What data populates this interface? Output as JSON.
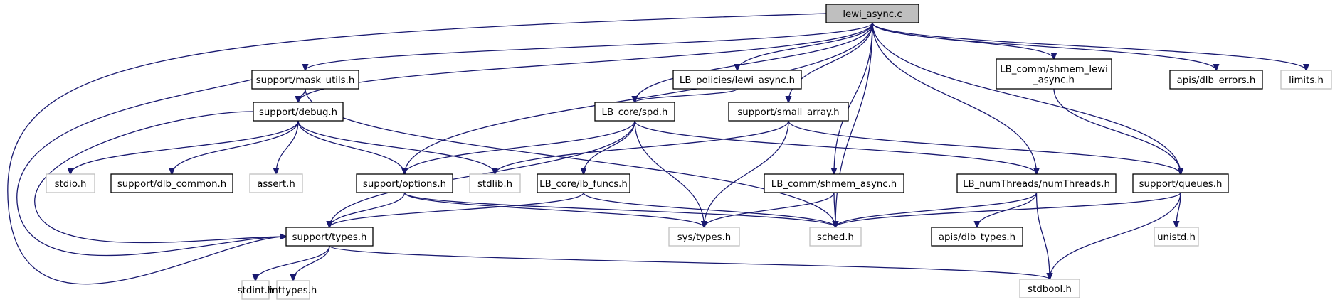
{
  "graph": {
    "title": "lewi_async.c",
    "edge_color": "#191970",
    "colors": {
      "root_fill": "#bfbfbf",
      "root_stroke": "#000000",
      "documented_stroke": "#000000",
      "external_stroke": "#bfbfbf",
      "external_text": "#000000"
    },
    "nodes": [
      {
        "id": "lewi_async_c",
        "label": [
          "lewi_async.c"
        ],
        "kind": "root"
      },
      {
        "id": "mask_utils",
        "label": [
          "support/mask_utils.h"
        ],
        "kind": "documented"
      },
      {
        "id": "lewi_async_h",
        "label": [
          "LB_policies/lewi_async.h"
        ],
        "kind": "documented"
      },
      {
        "id": "shmem_lewi_async",
        "label": [
          "LB_comm/shmem_lewi",
          "_async.h"
        ],
        "kind": "documented"
      },
      {
        "id": "dlb_errors",
        "label": [
          "apis/dlb_errors.h"
        ],
        "kind": "documented"
      },
      {
        "id": "limits",
        "label": [
          "limits.h"
        ],
        "kind": "external"
      },
      {
        "id": "debug",
        "label": [
          "support/debug.h"
        ],
        "kind": "documented"
      },
      {
        "id": "spd",
        "label": [
          "LB_core/spd.h"
        ],
        "kind": "documented"
      },
      {
        "id": "small_array",
        "label": [
          "support/small_array.h"
        ],
        "kind": "documented"
      },
      {
        "id": "stdio",
        "label": [
          "stdio.h"
        ],
        "kind": "external"
      },
      {
        "id": "dlb_common",
        "label": [
          "support/dlb_common.h"
        ],
        "kind": "documented"
      },
      {
        "id": "assert",
        "label": [
          "assert.h"
        ],
        "kind": "external"
      },
      {
        "id": "options",
        "label": [
          "support/options.h"
        ],
        "kind": "documented"
      },
      {
        "id": "stdlib",
        "label": [
          "stdlib.h"
        ],
        "kind": "external"
      },
      {
        "id": "lb_funcs",
        "label": [
          "LB_core/lb_funcs.h"
        ],
        "kind": "documented"
      },
      {
        "id": "shmem_async",
        "label": [
          "LB_comm/shmem_async.h"
        ],
        "kind": "documented"
      },
      {
        "id": "numThreads",
        "label": [
          "LB_numThreads/numThreads.h"
        ],
        "kind": "documented"
      },
      {
        "id": "queues",
        "label": [
          "support/queues.h"
        ],
        "kind": "documented"
      },
      {
        "id": "types",
        "label": [
          "support/types.h"
        ],
        "kind": "documented"
      },
      {
        "id": "sys_types",
        "label": [
          "sys/types.h"
        ],
        "kind": "external"
      },
      {
        "id": "sched",
        "label": [
          "sched.h"
        ],
        "kind": "external"
      },
      {
        "id": "dlb_types",
        "label": [
          "apis/dlb_types.h"
        ],
        "kind": "documented"
      },
      {
        "id": "unistd",
        "label": [
          "unistd.h"
        ],
        "kind": "external"
      },
      {
        "id": "stdint",
        "label": [
          "stdint.h"
        ],
        "kind": "external"
      },
      {
        "id": "inttypes",
        "label": [
          "inttypes.h"
        ],
        "kind": "external"
      },
      {
        "id": "stdbool",
        "label": [
          "stdbool.h"
        ],
        "kind": "external"
      }
    ],
    "edges": [
      [
        "lewi_async_c",
        "mask_utils"
      ],
      [
        "lewi_async_c",
        "lewi_async_h"
      ],
      [
        "lewi_async_c",
        "shmem_lewi_async"
      ],
      [
        "lewi_async_c",
        "dlb_errors"
      ],
      [
        "lewi_async_c",
        "limits"
      ],
      [
        "lewi_async_c",
        "debug"
      ],
      [
        "lewi_async_c",
        "spd"
      ],
      [
        "lewi_async_c",
        "small_array"
      ],
      [
        "lewi_async_c",
        "options"
      ],
      [
        "lewi_async_c",
        "shmem_async"
      ],
      [
        "lewi_async_c",
        "numThreads"
      ],
      [
        "lewi_async_c",
        "queues"
      ],
      [
        "lewi_async_c",
        "types"
      ],
      [
        "lewi_async_c",
        "sched"
      ],
      [
        "mask_utils",
        "debug"
      ],
      [
        "mask_utils",
        "types"
      ],
      [
        "mask_utils",
        "sched"
      ],
      [
        "lewi_async_h",
        "spd"
      ],
      [
        "shmem_lewi_async",
        "queues"
      ],
      [
        "debug",
        "stdio"
      ],
      [
        "debug",
        "dlb_common"
      ],
      [
        "debug",
        "assert"
      ],
      [
        "debug",
        "options"
      ],
      [
        "debug",
        "stdlib"
      ],
      [
        "debug",
        "types"
      ],
      [
        "spd",
        "options"
      ],
      [
        "spd",
        "lb_funcs"
      ],
      [
        "spd",
        "types"
      ],
      [
        "spd",
        "sys_types"
      ],
      [
        "spd",
        "numThreads"
      ],
      [
        "small_array",
        "stdlib"
      ],
      [
        "small_array",
        "sys_types"
      ],
      [
        "small_array",
        "queues"
      ],
      [
        "options",
        "types"
      ],
      [
        "options",
        "sys_types"
      ],
      [
        "options",
        "sched"
      ],
      [
        "lb_funcs",
        "types"
      ],
      [
        "lb_funcs",
        "sched"
      ],
      [
        "shmem_async",
        "sys_types"
      ],
      [
        "shmem_async",
        "sched"
      ],
      [
        "numThreads",
        "sched"
      ],
      [
        "numThreads",
        "dlb_types"
      ],
      [
        "numThreads",
        "stdbool"
      ],
      [
        "queues",
        "sched"
      ],
      [
        "queues",
        "unistd"
      ],
      [
        "queues",
        "stdbool"
      ],
      [
        "types",
        "stdint"
      ],
      [
        "types",
        "inttypes"
      ],
      [
        "types",
        "stdbool"
      ]
    ]
  }
}
